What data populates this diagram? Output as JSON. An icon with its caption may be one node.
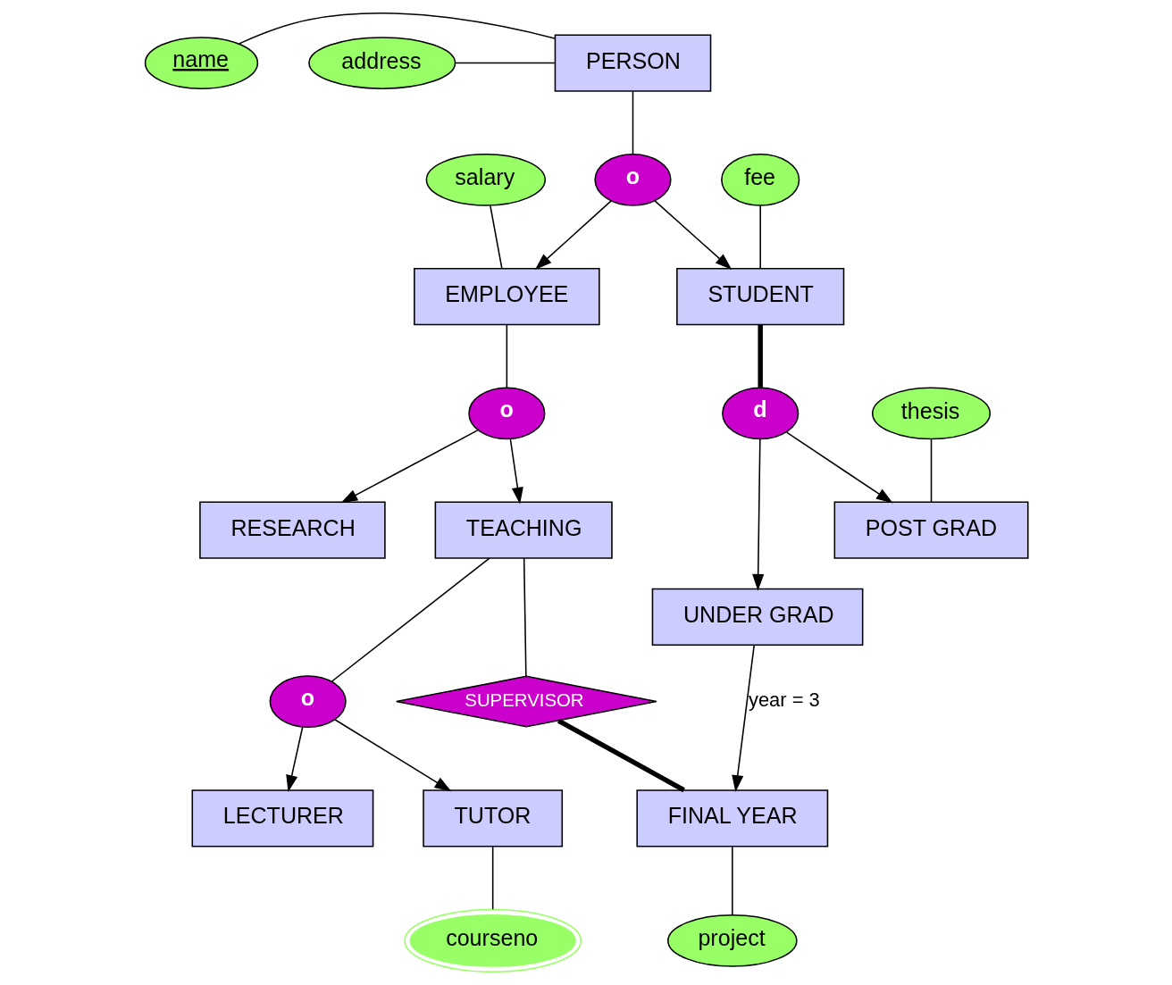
{
  "diagram": {
    "nodes": [
      {
        "text": [
          "PERSON"
        ]
      },
      {
        "text": [
          "name"
        ]
      },
      {
        "text": [
          "address"
        ]
      },
      {
        "text": [
          "o"
        ]
      },
      {
        "text": [
          "salary"
        ]
      },
      {
        "text": [
          "EMPLOYEE"
        ]
      },
      {
        "text": [
          "fee"
        ]
      },
      {
        "text": [
          "STUDENT"
        ]
      },
      {
        "text": [
          "o"
        ]
      },
      {
        "text": [
          "thesis"
        ]
      },
      {
        "text": [
          "d"
        ]
      },
      {
        "text": [
          "RESEARCH"
        ]
      },
      {
        "text": [
          "TEACHING"
        ]
      },
      {
        "text": [
          "POST GRAD"
        ]
      },
      {
        "text": [
          "UNDER GRAD"
        ]
      },
      {
        "text": [
          "o"
        ]
      },
      {
        "text": [
          "LECTURER"
        ]
      },
      {
        "text": [
          "TUTOR"
        ]
      },
      {
        "text": [
          "SUPERVISOR"
        ]
      },
      {
        "text": [
          "FINAL YEAR"
        ]
      },
      {
        "text": [
          "project"
        ]
      },
      {
        "text": [
          "courseno"
        ]
      }
    ],
    "edges": [
      {
        "from": 1,
        "to": 0,
        "arrow": "none"
      },
      {
        "from": 2,
        "to": 0,
        "arrow": "none"
      },
      {
        "from": 0,
        "to": 3,
        "arrow": "none"
      },
      {
        "from": 3,
        "to": 5,
        "arrow": "to"
      },
      {
        "from": 3,
        "to": 7,
        "arrow": "to"
      },
      {
        "from": 4,
        "to": 5,
        "arrow": "none"
      },
      {
        "from": 6,
        "to": 7,
        "arrow": "none"
      },
      {
        "from": 5,
        "to": 8,
        "arrow": "none"
      },
      {
        "from": 7,
        "to": 10,
        "arrow": "none",
        "style": "thick"
      },
      {
        "from": 8,
        "to": 11,
        "arrow": "to"
      },
      {
        "from": 8,
        "to": 12,
        "arrow": "to"
      },
      {
        "from": 9,
        "to": 13,
        "arrow": "none"
      },
      {
        "from": 10,
        "to": 13,
        "arrow": "to"
      },
      {
        "from": 10,
        "to": 14,
        "arrow": "to"
      },
      {
        "from": 12,
        "to": 15,
        "arrow": "none"
      },
      {
        "from": 15,
        "to": 16,
        "arrow": "to"
      },
      {
        "from": 15,
        "to": 17,
        "arrow": "to"
      },
      {
        "from": 12,
        "to": 18,
        "arrow": "none"
      },
      {
        "from": 18,
        "to": 19,
        "arrow": "none",
        "style": "thick"
      },
      {
        "from": 14,
        "to": 19,
        "arrow": "to",
        "label": "year = 3"
      },
      {
        "from": 17,
        "to": 21,
        "arrow": "none"
      },
      {
        "from": 19,
        "to": 20,
        "arrow": "none"
      }
    ]
  }
}
